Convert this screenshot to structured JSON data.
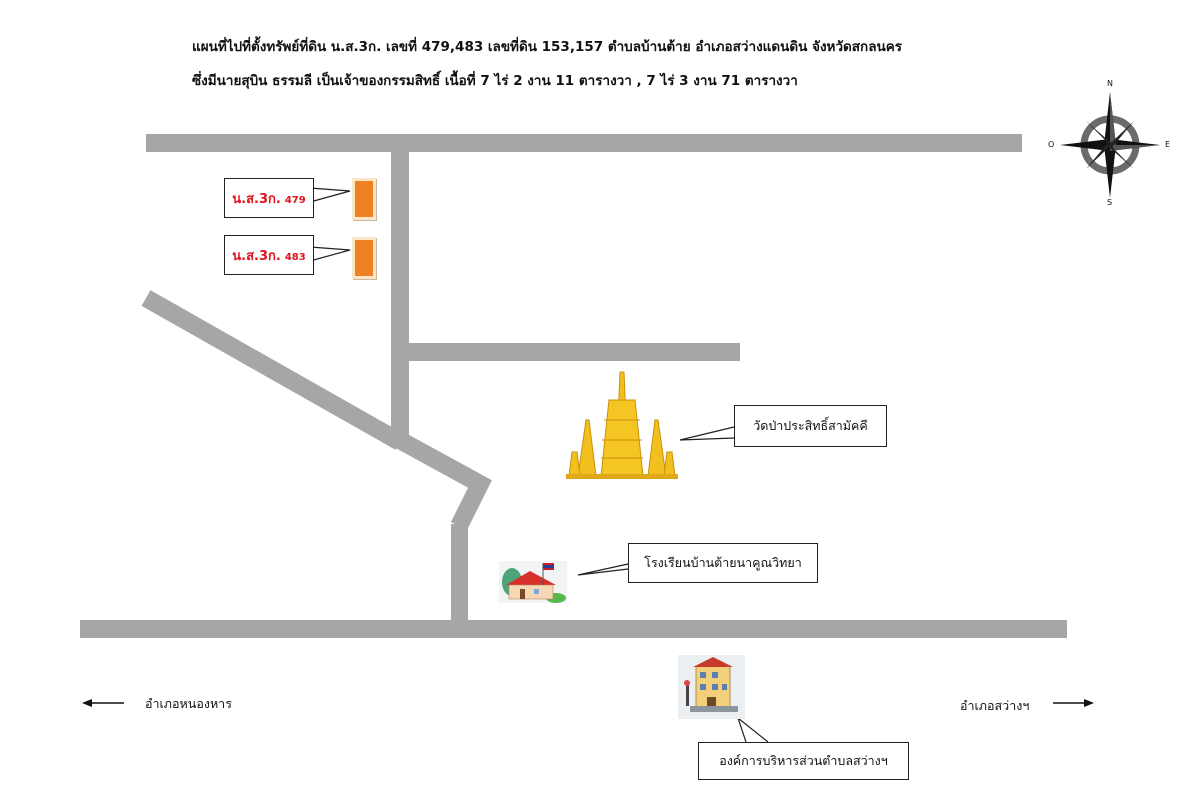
{
  "header": {
    "line1": "แผนที่ไปที่ตั้งทรัพย์ที่ดิน น.ส.3ก. เลขที่ 479,483 เลขที่ดิน 153,157 ตำบลบ้านต้าย อำเภอสว่างแดนดิน จังหวัดสกลนคร",
    "line2": "ซึ่งมีนายสุบิน ธรรมลี เป็นเจ้าของกรรมสิทธิ์ เนื้อที่ 7 ไร่ 2 งาน 11 ตารางวา , 7 ไร่ 3 งาน 71 ตารางวา"
  },
  "parcels": [
    {
      "prefix": "น.ส.3ก.",
      "number": "479"
    },
    {
      "prefix": "น.ส.3ก.",
      "number": "483"
    }
  ],
  "landmarks": {
    "temple": "วัดป่าประสิทธิ์สามัคคี",
    "school": "โรงเรียนบ้านต้ายนาคูณวิทยา",
    "office": "องค์การบริหารส่วนตำบลสว่างฯ"
  },
  "directions": {
    "west": "อำเภอหนองหาร",
    "east": "อำเภอสว่างฯ"
  },
  "compass": {
    "n": "N",
    "s": "S",
    "e": "E",
    "w": "O"
  },
  "colors": {
    "road": "#a6a6a6",
    "parcel": "#f08024",
    "parcel_label": "#e0121b",
    "temple": "#f2c01e"
  }
}
